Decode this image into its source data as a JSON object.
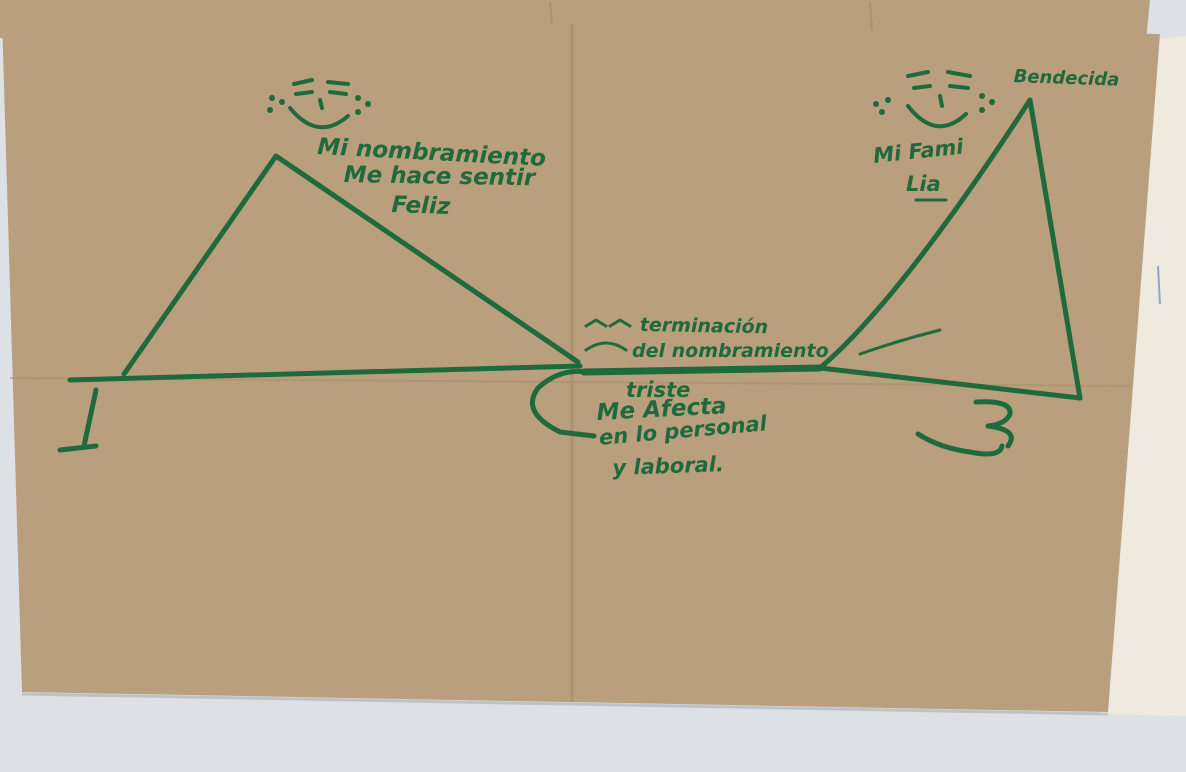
{
  "colors": {
    "wall": "#dde1e6",
    "paper": "#b99f7d",
    "paper_shade": "#a98d6a",
    "ink": "#1f6a3c"
  },
  "annotations": {
    "peak_left": [
      "Mi nombramiento",
      "Me hace sentir",
      "Feliz"
    ],
    "valley": [
      "terminación",
      "del nombramiento"
    ],
    "valley_below": [
      "triste",
      "Me Afecta",
      "en lo personal",
      "y laboral."
    ],
    "peak_right_title": "Bendecida",
    "peak_right": [
      "Mi Fami",
      "Lia"
    ],
    "number_1": "1",
    "number_3": "3"
  }
}
